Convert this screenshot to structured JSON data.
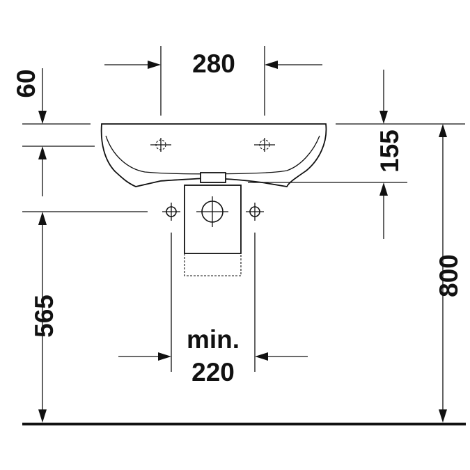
{
  "diagram": {
    "dimensions": {
      "top_width": "280",
      "rim_depth": "60",
      "basin_height": "155",
      "waste_height": "565",
      "rim_height": "800",
      "min_label": "min.",
      "min_value": "220"
    },
    "colors": {
      "line": "#111111",
      "background": "#ffffff"
    }
  }
}
